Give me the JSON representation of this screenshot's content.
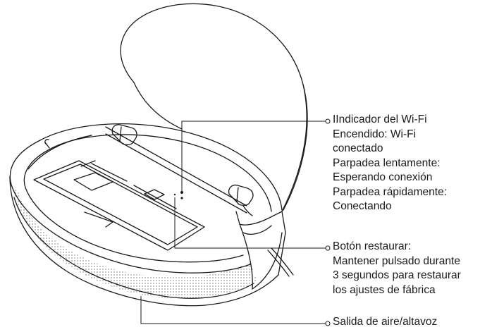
{
  "callouts": {
    "wifi": {
      "lines": [
        "IIndicador del Wi-Fi",
        "Encendido: Wi-Fi",
        "conectado",
        "Parpadea lentamente:",
        "Esperando conexión",
        "Parpadea rápidamente:",
        "Conectando"
      ]
    },
    "reset": {
      "lines": [
        "Botón restaurar:",
        "Mantener pulsado durante",
        "3 segundos para restaurar",
        "los ajustes de fábrica"
      ]
    },
    "air": {
      "lines": [
        "Salida de aire/altavoz"
      ]
    }
  },
  "colors": {
    "line": "#1a1a1a",
    "fill": "#ffffff",
    "dots": "#555555"
  }
}
